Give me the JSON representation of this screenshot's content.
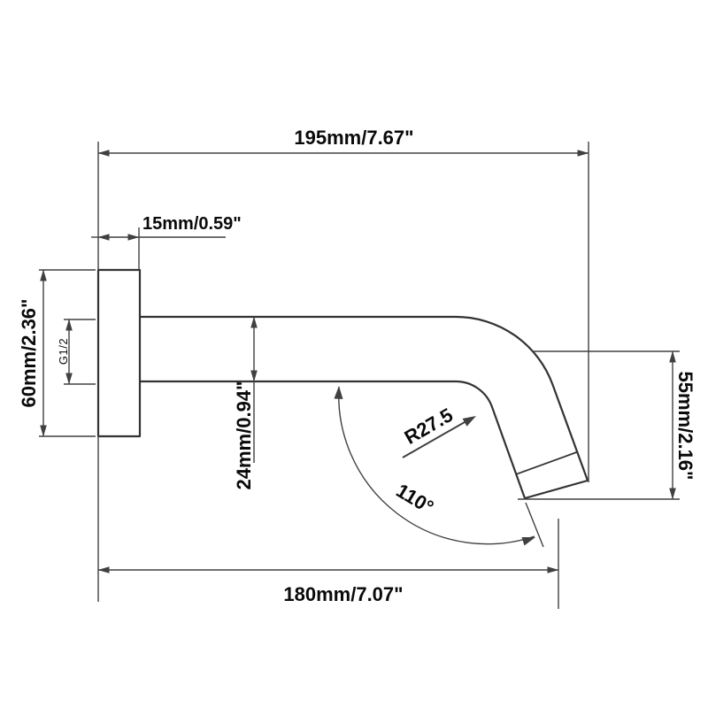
{
  "drawing": {
    "description": "Wall-mounted shower arm / spout dimension drawing",
    "colors": {
      "background": "#ffffff",
      "part_line": "#333333",
      "dimension_line": "#404040",
      "text": "#0a0a0a"
    },
    "labels": {
      "overall_length": "195mm/7.67\"",
      "flange_depth": "15mm/0.59\"",
      "flange_diameter": "60mm/2.36\"",
      "thread_size": "G1/2",
      "pipe_diameter": "24mm/0.94\"",
      "drop_height": "55mm/2.16\"",
      "bend_radius": "R27.5",
      "spout_angle": "110°",
      "reach_to_outlet": "180mm/7.07\""
    }
  }
}
